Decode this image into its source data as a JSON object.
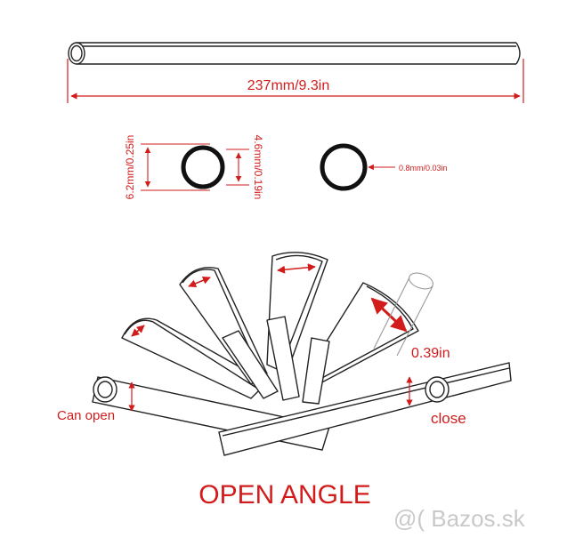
{
  "labels": {
    "length": "237mm/9.3in",
    "outer_diameter": "6.2mm/0.25in",
    "inner_diameter": "4.6mm/0.19in",
    "wall_thickness": "0.8mm/0.03in",
    "open_width": "0.39in",
    "can_open": "Can open",
    "close": "close"
  },
  "title": "OPEN ANGLE",
  "watermark": "@( Bazos.sk",
  "colors": {
    "annotation": "#d21c1c",
    "ink": "#111111"
  }
}
